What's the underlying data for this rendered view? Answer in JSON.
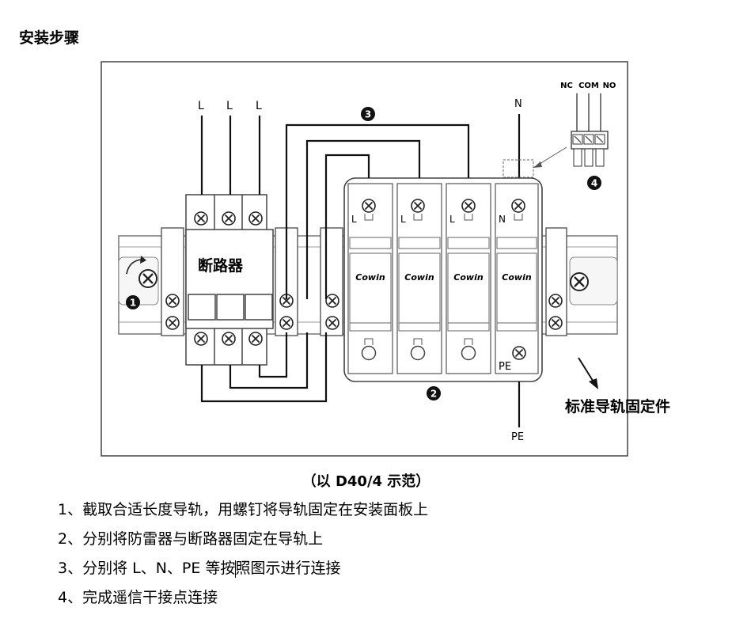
{
  "heading": "安装步骤",
  "diagram": {
    "line_labels": [
      "L",
      "L",
      "L"
    ],
    "neutral_label": "N",
    "breaker_label": "断路器",
    "relay_labels": [
      "NC",
      "COM",
      "NO"
    ],
    "module_top_labels": [
      "L",
      "L",
      "L",
      "N"
    ],
    "brand": "Cowin",
    "pe_module_label": "PE",
    "pe_wire_label": "PE",
    "markers": [
      "1",
      "2",
      "3",
      "4"
    ],
    "rail_label": "标准导轨固定件"
  },
  "caption": "（以 D40/4 示范）",
  "steps": [
    "1、截取合适长度导轨，用螺钉将导轨固定在安装面板上",
    "2、分别将防雷器与断路器固定在导轨上",
    "3、分别将 L、N、PE 等按",
    "照图示进行连接",
    "4、完成遥信干接点连接"
  ]
}
